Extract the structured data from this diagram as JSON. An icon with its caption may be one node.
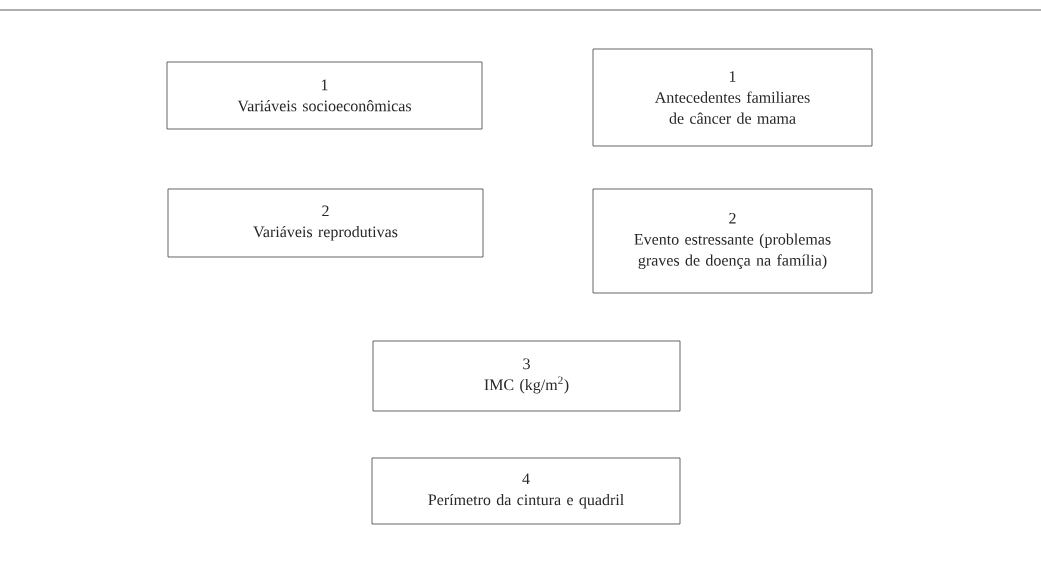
{
  "diagram": {
    "nodes": [
      {
        "text": [
          "1",
          "Variáveis socioeconômicas"
        ]
      },
      {
        "text": [
          "1",
          "Antecedentes familiares de câncer de mama"
        ]
      },
      {
        "text": [
          "2",
          "Variáveis reprodutivas"
        ]
      },
      {
        "text": [
          "2",
          "Evento estressante (problemas graves de doença na família)"
        ]
      },
      {
        "text": [
          "3",
          "IMC (kg/m$^{2}$)"
        ]
      },
      {
        "text": [
          "4",
          "Perímetro da cintura e quadril"
        ]
      }
    ]
  }
}
